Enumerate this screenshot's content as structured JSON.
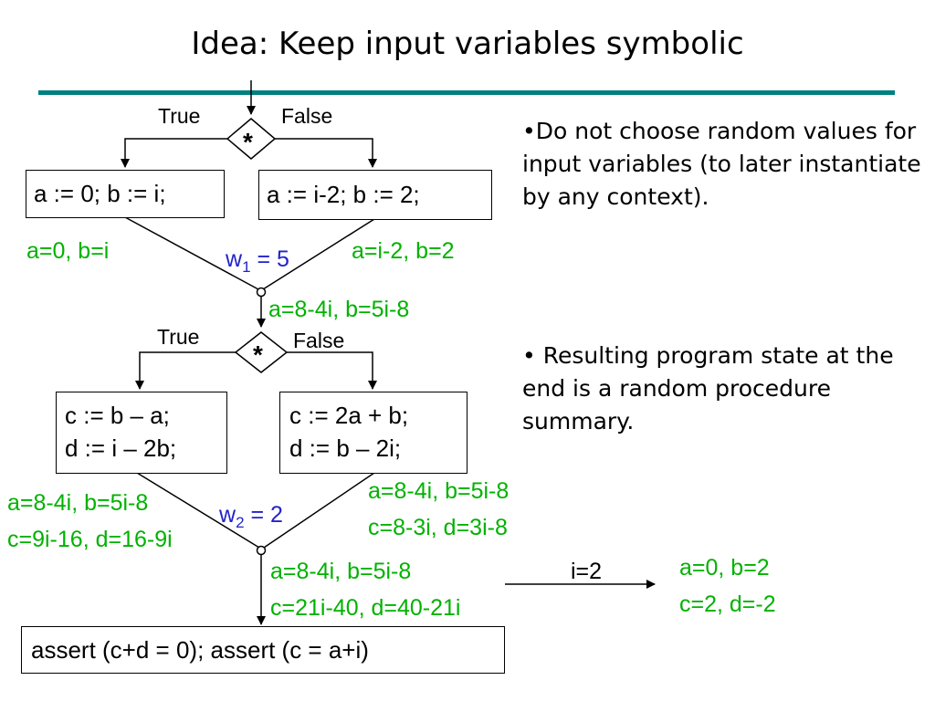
{
  "title": "Idea: Keep input variables symbolic",
  "colors": {
    "rule": "#008080",
    "symbolic": "#00b200",
    "weight": "#2222cc"
  },
  "branch1": {
    "true_label": "True",
    "false_label": "False",
    "op": "*",
    "left_code": "a := 0; b := i;",
    "right_code": "a := i-2; b := 2;"
  },
  "branch2": {
    "true_label": "True",
    "false_label": "False",
    "op": "*",
    "left_code_1": "c := b – a;",
    "left_code_2": "d := i – 2b;",
    "right_code_1": "c := 2a + b;",
    "right_code_2": "d := b – 2i;"
  },
  "states": {
    "s1_left": "a=0, b=i",
    "s1_right": "a=i-2, b=2",
    "join1": "a=8-4i, b=5i-8",
    "s2_left_1": "a=8-4i, b=5i-8",
    "s2_left_2": "c=9i-16, d=16-9i",
    "s2_right_1": "a=8-4i, b=5i-8",
    "s2_right_2": "c=8-3i, d=3i-8",
    "join2_1": "a=8-4i, b=5i-8",
    "join2_2": "c=21i-40, d=40-21i",
    "inst_1": "a=0, b=2",
    "inst_2": "c=2, d=-2"
  },
  "weights": {
    "w1_var": "w",
    "w1_sub": "1",
    "w1_val": " = 5",
    "w2_var": "w",
    "w2_sub": "2",
    "w2_val": " = 2"
  },
  "instantiate_label": "i=2",
  "assert_text": "assert (c+d = 0); assert (c = a+i)",
  "bullets": [
    "•Do not choose random values for input variables (to later instantiate by any context).",
    "• Resulting program state at the end is a random procedure summary."
  ]
}
